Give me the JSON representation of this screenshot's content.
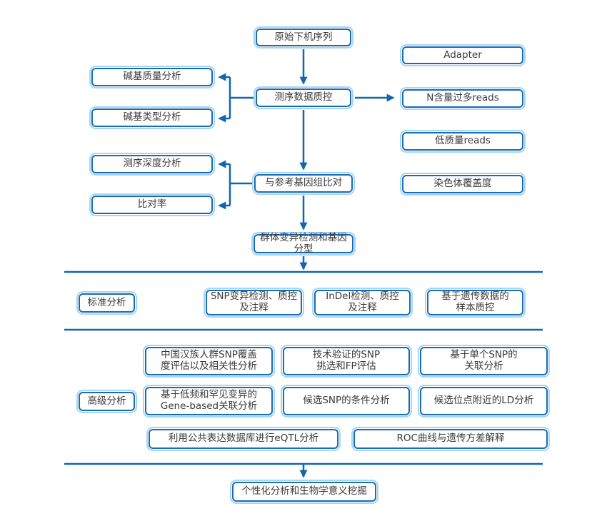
{
  "diagram": {
    "colors": {
      "box_border_outer": "#a5d6f3",
      "box_border_inner": "#1a6bb3",
      "connector": "#1166b0",
      "divider": "#1166b0",
      "text": "#3a3a3a",
      "background": "#ffffff"
    },
    "nodes": {
      "raw_sequence": "原始下机序列",
      "adapter": "Adapter",
      "base_quality": "碱基质量分析",
      "seq_qc": "测序数据质控",
      "n_reads": "N含量过多reads",
      "base_type": "碱基类型分析",
      "low_quality_reads": "低质量reads",
      "depth_analysis": "测序深度分析",
      "align_reference": "与参考基因组比对",
      "chromosome_coverage": "染色体覆盖度",
      "mapping_rate": "比对率",
      "variant_genotyping": "群体变异检测和基因分型",
      "standard_label": "标准分析",
      "snp_detection": "SNP变异检测、质控\n及注释",
      "indel_detection": "InDel检测、质控\n及注释",
      "sample_qc": "基于遗传数据的\n样本质控",
      "advanced_label": "高级分析",
      "han_snp_coverage": "中国汉族人群SNP覆盖\n度评估以及相关性分析",
      "validated_snp": "技术验证的SNP\n挑选和FP评估",
      "single_snp_assoc": "基于单个SNP的\n关联分析",
      "gene_based_assoc": "基于低频和罕见变异的\nGene-based关联分析",
      "conditional_analysis": "候选SNP的条件分析",
      "ld_analysis": "候选位点附近的LD分析",
      "eqtl_analysis": "利用公共表达数据库进行eQTL分析",
      "roc_analysis": "ROC曲线与遗传方差解释",
      "personalized": "个性化分析和生物学意义挖掘"
    }
  }
}
